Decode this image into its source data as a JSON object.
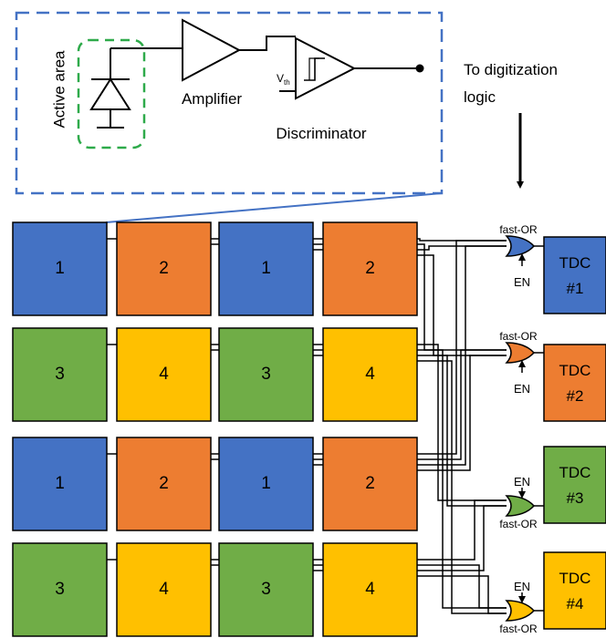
{
  "inset": {
    "active_area_label": "Active area",
    "amplifier_label": "Amplifier",
    "discriminator_label": "Discriminator",
    "vth_main": "V",
    "vth_sub": "th"
  },
  "output": {
    "label_line1": "To digitization",
    "label_line2": "logic"
  },
  "pixel_grid": {
    "rows": [
      [
        "1",
        "2",
        "1",
        "2"
      ],
      [
        "3",
        "4",
        "3",
        "4"
      ],
      [
        "1",
        "2",
        "1",
        "2"
      ],
      [
        "3",
        "4",
        "3",
        "4"
      ]
    ]
  },
  "gates": [
    {
      "label": "fast-OR",
      "en": "EN"
    },
    {
      "label": "fast-OR",
      "en": "EN"
    },
    {
      "label": "fast-OR",
      "en": "EN"
    },
    {
      "label": "fast-OR",
      "en": "EN"
    }
  ],
  "tdcs": [
    {
      "name": "TDC",
      "num": "#1"
    },
    {
      "name": "TDC",
      "num": "#2"
    },
    {
      "name": "TDC",
      "num": "#3"
    },
    {
      "name": "TDC",
      "num": "#4"
    }
  ],
  "colors": {
    "blue": "#4472C4",
    "orange": "#ED7D31",
    "green": "#70AD47",
    "yellow": "#FFC000",
    "inset_border": "#4472C4",
    "active_area_border": "#2EAA4A"
  }
}
